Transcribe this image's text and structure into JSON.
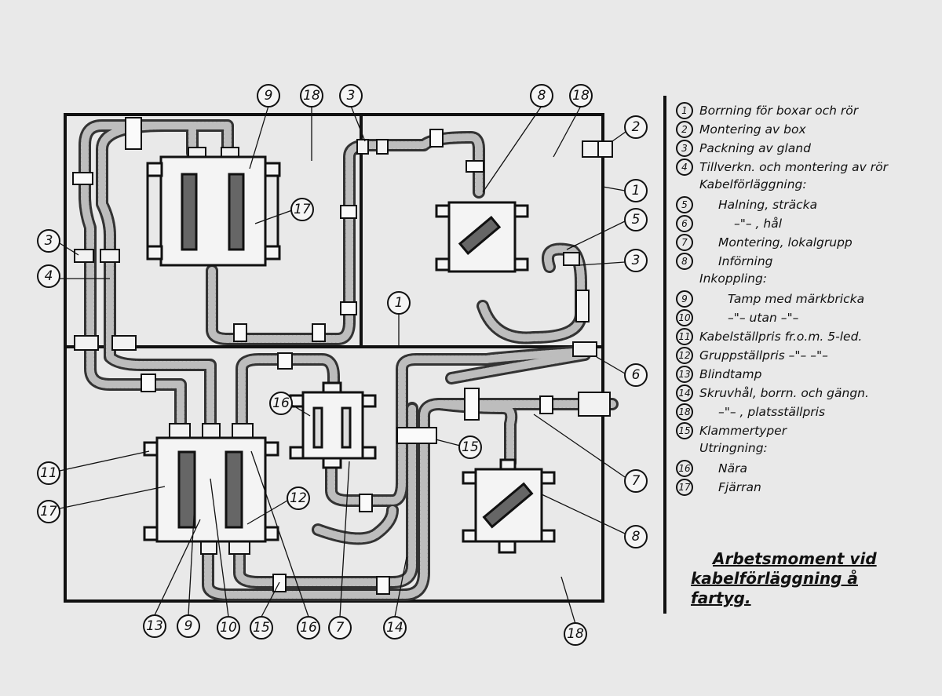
{
  "legend": {
    "items": [
      {
        "num": "1",
        "text": "Borrning för boxar och rör"
      },
      {
        "num": "2",
        "text": "Montering av box"
      },
      {
        "num": "3",
        "text": "Packning av gland"
      },
      {
        "num": "4",
        "text": "Tillverkn. och montering av rör"
      },
      {
        "num": "",
        "text": "Kabelförläggning:"
      },
      {
        "num": "5",
        "text": "Halning, sträcka"
      },
      {
        "num": "6",
        "text": "–\"– , hål"
      },
      {
        "num": "7",
        "text": "Montering, lokalgrupp"
      },
      {
        "num": "8",
        "text": "Införning"
      },
      {
        "num": "",
        "text": "Inkoppling:"
      },
      {
        "num": "9",
        "text": "Tamp med märkbricka"
      },
      {
        "num": "10",
        "text": "–\"– utan –\"–"
      },
      {
        "num": "11",
        "text": "Kabelställpris fr.o.m. 5-led."
      },
      {
        "num": "12",
        "text": "Gruppställpris –\"– –\"–"
      },
      {
        "num": "13",
        "text": "Blindtamp"
      },
      {
        "num": "14",
        "text": "Skruvhål, borrn. och gängn."
      },
      {
        "num": "18",
        "text": "–\"– , platsställpris"
      },
      {
        "num": "15",
        "text": "Klammertyper"
      },
      {
        "num": "",
        "text": "Utringning:"
      },
      {
        "num": "16",
        "text": "Nära"
      },
      {
        "num": "17",
        "text": "Fjärran"
      }
    ]
  },
  "title": {
    "line1": "Arbetsmoment vid",
    "line2": "kabelförläggning å",
    "line3": "fartyg."
  },
  "callouts": [
    "9",
    "18",
    "3",
    "8",
    "18",
    "2",
    "1",
    "5",
    "3",
    "6",
    "7",
    "8",
    "18",
    "3",
    "4",
    "11",
    "17",
    "13",
    "9",
    "10",
    "15",
    "16",
    "7",
    "14",
    "17",
    "1",
    "16",
    "15",
    "12"
  ]
}
